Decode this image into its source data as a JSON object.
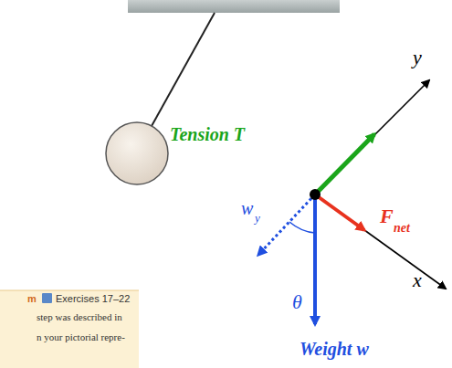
{
  "diagram": {
    "labels": [
      "y",
      "x",
      "Tension T",
      "F",
      "net",
      "w",
      "y",
      "θ",
      "Weight w",
      "m",
      "Exercises 17–22",
      "step was described in",
      "n your pictorial repre-"
    ]
  }
}
